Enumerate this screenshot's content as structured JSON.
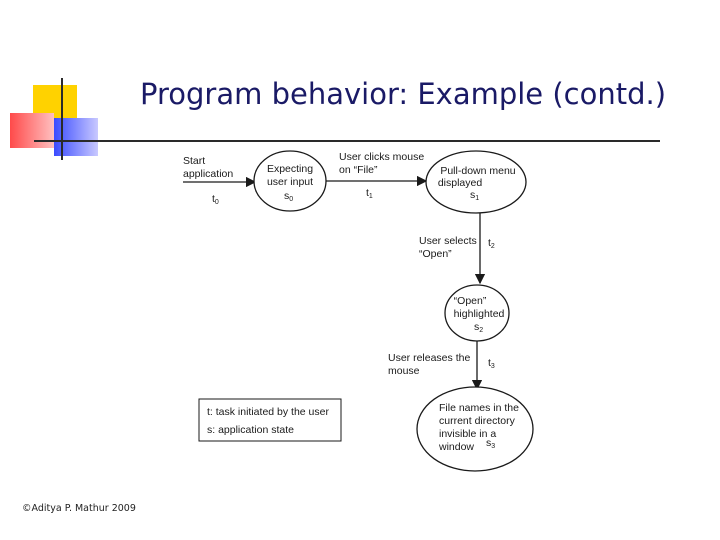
{
  "slide": {
    "title": "Program behavior: Example (contd.)",
    "footer": "©Aditya P. Mathur 2009"
  },
  "diagram": {
    "start": {
      "line1": "Start",
      "line2": "application",
      "transition": "t",
      "transition_sub": "0"
    },
    "states": [
      {
        "id": "s0",
        "lines": [
          "Expecting",
          "user input"
        ],
        "label": "s",
        "label_sub": "0"
      },
      {
        "id": "s1",
        "lines": [
          "Pull-down menu",
          "displayed"
        ],
        "label": "s",
        "label_sub": "1"
      },
      {
        "id": "s2",
        "lines": [
          "“Open”",
          "highlighted"
        ],
        "label": "s",
        "label_sub": "2"
      },
      {
        "id": "s3",
        "lines": [
          "File names in the",
          "current directory",
          "invisible in a",
          "window"
        ],
        "label": "s",
        "label_sub": "3"
      }
    ],
    "transitions": [
      {
        "id": "t1",
        "lines": [
          "User clicks mouse",
          "on “File”"
        ],
        "label": "t",
        "label_sub": "1"
      },
      {
        "id": "t2",
        "lines": [
          "User selects",
          "“Open”"
        ],
        "label": "t",
        "label_sub": "2"
      },
      {
        "id": "t3",
        "lines": [
          "User releases the",
          "mouse"
        ],
        "label": "t",
        "label_sub": "3"
      }
    ],
    "legend": {
      "line1": "t: task initiated by the user",
      "line2": "s: application state"
    }
  }
}
